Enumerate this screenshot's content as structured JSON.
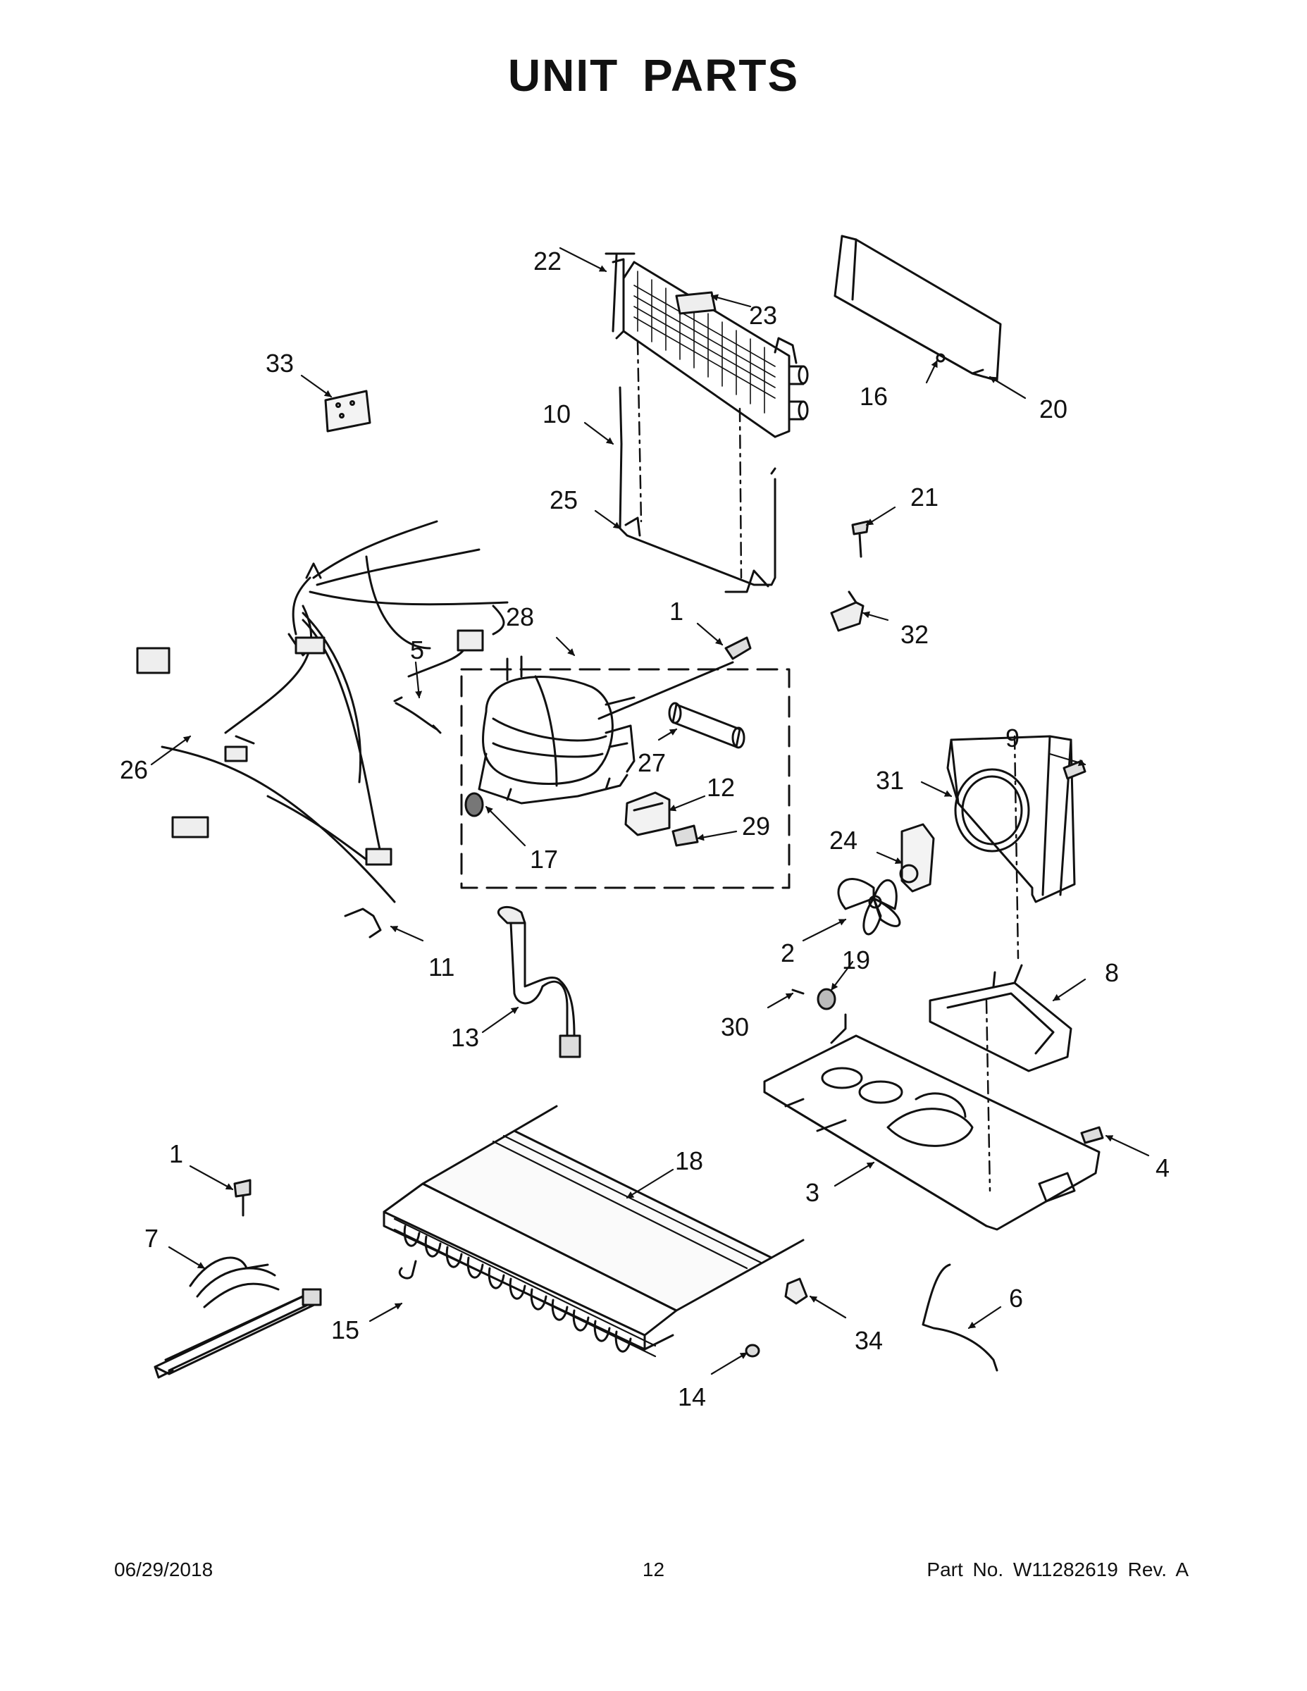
{
  "title": "UNIT PARTS",
  "callouts": {
    "c1a": "1",
    "c1b": "1",
    "c2": "2",
    "c3": "3",
    "c4": "4",
    "c5": "5",
    "c6": "6",
    "c7": "7",
    "c8": "8",
    "c9": "9",
    "c10": "10",
    "c11": "11",
    "c12": "12",
    "c13": "13",
    "c14": "14",
    "c15": "15",
    "c16": "16",
    "c17": "17",
    "c18": "18",
    "c19": "19",
    "c20": "20",
    "c21": "21",
    "c22": "22",
    "c23": "23",
    "c24": "24",
    "c25": "25",
    "c26": "26",
    "c27": "27",
    "c28": "28",
    "c29": "29",
    "c30": "30",
    "c31": "31",
    "c32": "32",
    "c33": "33",
    "c34": "34"
  },
  "footer": {
    "date": "06/29/2018",
    "page": "12",
    "part_no": "Part No.  W11282619  Rev.  A"
  }
}
